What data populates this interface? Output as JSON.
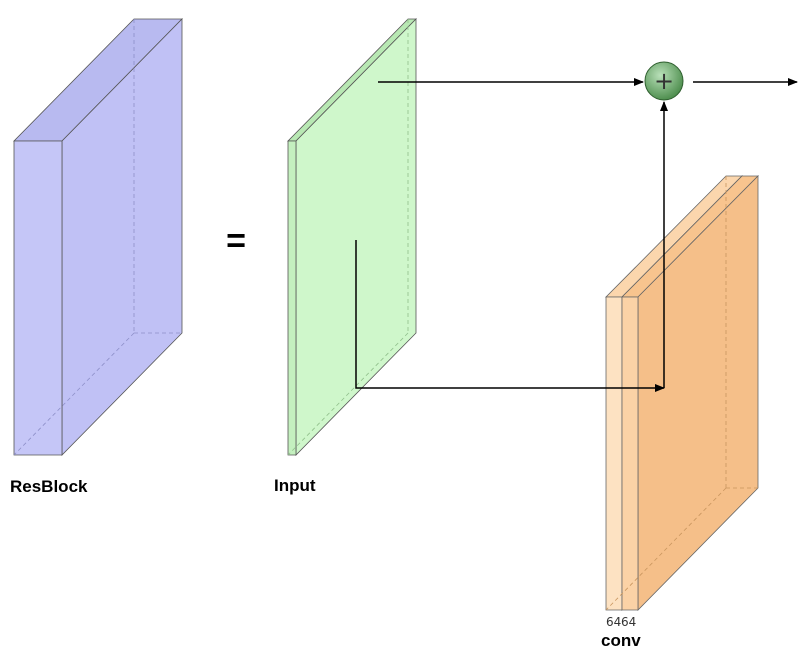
{
  "labels": {
    "resblock": "ResBlock",
    "equals": "=",
    "input": "Input",
    "conv": "conv",
    "conv_channel_1": "64",
    "conv_channel_2": "64",
    "sum_symbol": "+"
  },
  "colors": {
    "resblock_face": "#c5c6f7",
    "resblock_side": "#babcf2",
    "input_face": "#d0f8cc",
    "input_side": "#b8e8b3",
    "conv_light": "#fde2c2",
    "conv_main": "#f5bf89",
    "sum_node": "#6aaa6a",
    "stroke": "#000000"
  },
  "icons": {
    "sum_node": "circled-plus-icon",
    "arrow": "arrow-head-icon"
  }
}
